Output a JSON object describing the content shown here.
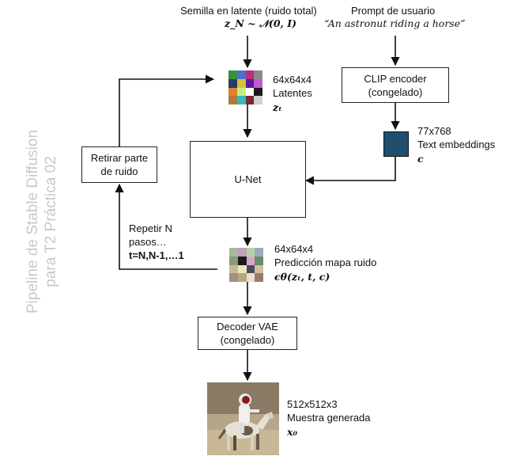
{
  "side_title": {
    "line1": "Pipeline de Stable Diffusion",
    "line2": "para T2 Práctica 02"
  },
  "seed": {
    "label": "Semilla en latente (ruido total)",
    "formula": "z_N ~ 𝒩(0, I)"
  },
  "prompt": {
    "label": "Prompt de usuario",
    "text": "“An astronut riding a horse”"
  },
  "latents": {
    "size": "64x64x4",
    "name": "Latentes",
    "symbol": "zₜ",
    "colors": [
      "#3a8f3a",
      "#4d6fd0",
      "#b82f7d",
      "#8a8a8a",
      "#2a3a6a",
      "#d2c63a",
      "#5a1aa0",
      "#c05ad0",
      "#e08030",
      "#c0f080",
      "#ffffff",
      "#1a1a1a",
      "#b07a3a",
      "#3ab8c0",
      "#7a2a2a",
      "#d0d0d0"
    ]
  },
  "clip": {
    "line1": "CLIP encoder",
    "line2": "(congelado)"
  },
  "text_embeddings": {
    "size": "77x768",
    "name": "Text embeddings",
    "symbol": "c",
    "color": "#1f4e6e"
  },
  "unet": {
    "label": "U-Net"
  },
  "retirar": {
    "line1": "Retirar parte",
    "line2": "de ruido"
  },
  "repeat": {
    "line1": "Repetir N",
    "line2": "pasos…",
    "line3": "t=N,N-1,…1"
  },
  "noise_pred": {
    "size": "64x64x4",
    "name": "Predicción mapa ruido",
    "symbol": "ϵθ(zₜ, t, c)",
    "colors": [
      "#a8b89a",
      "#c0a0b8",
      "#b8d0a0",
      "#a0a8c0",
      "#8a9a7a",
      "#1a1a1a",
      "#d8a8c8",
      "#6a8a6a",
      "#c8b898",
      "#e8e8c0",
      "#4a4a5a",
      "#d0c0a0",
      "#a09080",
      "#b8a878",
      "#e8e0d0",
      "#9a7a6a"
    ]
  },
  "decoder": {
    "line1": "Decoder VAE",
    "line2": "(congelado)"
  },
  "output": {
    "size": "512x512x3",
    "name": "Muestra generada",
    "symbol": "x₀"
  }
}
